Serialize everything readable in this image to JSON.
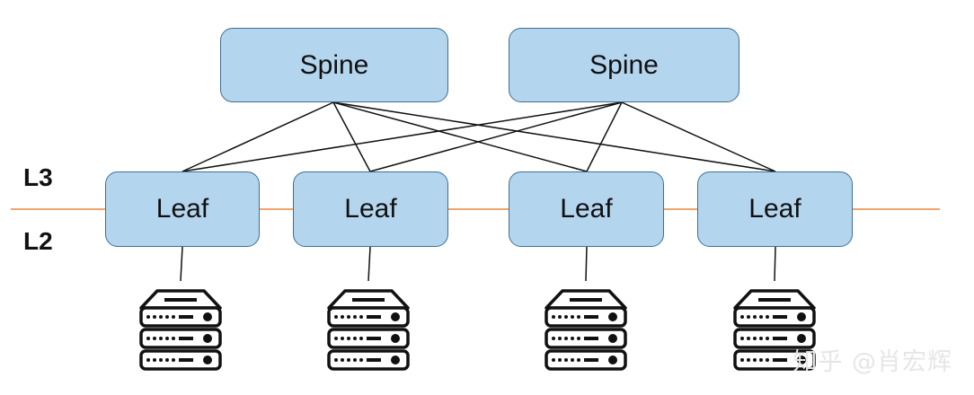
{
  "diagram": {
    "spines": [
      {
        "label": "Spine"
      },
      {
        "label": "Spine"
      }
    ],
    "leaves": [
      {
        "label": "Leaf"
      },
      {
        "label": "Leaf"
      },
      {
        "label": "Leaf"
      },
      {
        "label": "Leaf"
      }
    ],
    "layer_labels": {
      "upper": "L3",
      "lower": "L2"
    },
    "watermark": "知乎 @肖宏辉",
    "colors": {
      "node_fill": "#b4d5ee",
      "node_border": "#3f6f94",
      "boundary_line": "#e8893e",
      "links": "#111111"
    },
    "icons": [
      "server-icon",
      "server-icon",
      "server-icon",
      "server-icon"
    ]
  }
}
